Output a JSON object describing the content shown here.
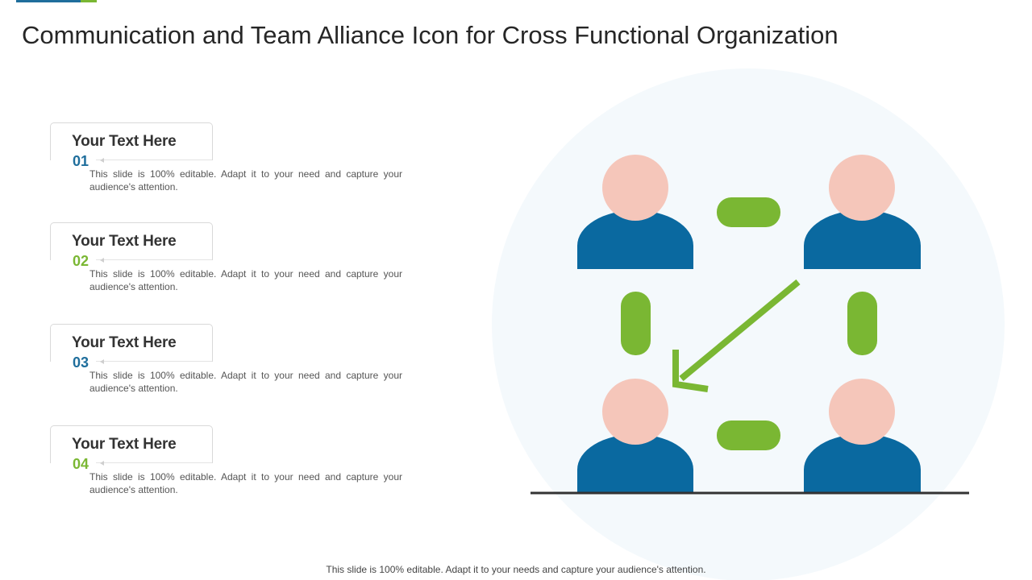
{
  "slide": {
    "title": "Communication and Team Alliance Icon for Cross Functional Organization",
    "footer": "This slide is 100% editable. Adapt it to your needs and capture your audience's attention."
  },
  "colors": {
    "accent_blue": "#1f6e9c",
    "accent_green": "#7ab733",
    "person_body": "#0a69a0",
    "person_head": "#f5c6ba",
    "connector": "#7ab733",
    "circle_bg": "#f4f9fc"
  },
  "items": [
    {
      "heading": "Your Text Here",
      "number": "01",
      "color": "#1f6e9c",
      "description": "This slide is 100% editable. Adapt it to your need and capture your audience's attention."
    },
    {
      "heading": "Your Text Here",
      "number": "02",
      "color": "#7ab733",
      "description": "This slide is 100% editable. Adapt it to your need and capture your audience's attention."
    },
    {
      "heading": "Your Text Here",
      "number": "03",
      "color": "#1f6e9c",
      "description": "This slide is 100% editable. Adapt it to your need and capture your audience's attention."
    },
    {
      "heading": "Your Text Here",
      "number": "04",
      "color": "#7ab733",
      "description": "This slide is 100% editable. Adapt it to your need and capture your audience's attention."
    }
  ],
  "illustration": {
    "icons": [
      "person-icon",
      "person-icon",
      "person-icon",
      "person-icon",
      "connector-bar",
      "arrow-icon"
    ]
  }
}
